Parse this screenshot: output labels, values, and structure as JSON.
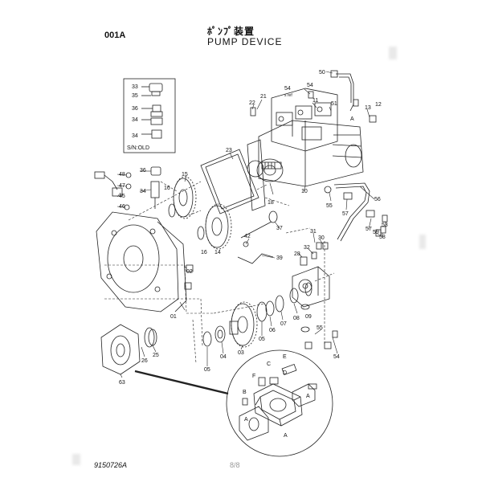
{
  "header": {
    "code": "001A",
    "title_jp": "ﾎﾟﾝﾌﾟ装置",
    "title_en": "PUMP DEVICE"
  },
  "footer": {
    "doc_number": "9150726A",
    "page": "8/8"
  },
  "inset": {
    "note": "S/N:OLD",
    "parts": [
      "33",
      "35",
      "36",
      "34",
      "34"
    ]
  },
  "callouts": {
    "p50": "50",
    "p54a": "54",
    "p54b": "54",
    "p54c": "54",
    "p21": "21",
    "p22": "22",
    "p11": "11",
    "p51": "51",
    "p13": "13",
    "p12": "12",
    "p23": "23",
    "p48": "48",
    "p47": "47",
    "p45": "45",
    "p46": "46",
    "p36": "36",
    "p34": "34",
    "p15": "15",
    "p16a": "16",
    "p16b": "16",
    "p14": "14",
    "p18": "18",
    "p10": "10",
    "p55a": "55",
    "p55b": "55",
    "p56": "56",
    "p57a": "57",
    "p57b": "57",
    "p53": "53",
    "p58": "58",
    "p37": "37",
    "p42": "42",
    "p39": "39",
    "p31": "31",
    "p32": "32",
    "p30": "30",
    "p28": "28",
    "p01": "01",
    "p02": "02",
    "p09": "09",
    "p08": "08",
    "p07": "07",
    "p06": "06",
    "p05a": "05",
    "p05b": "05",
    "p03": "03",
    "p04": "04",
    "p25": "25",
    "p26": "26",
    "p63": "63",
    "p59": "59",
    "pE": "E",
    "pC": "C",
    "pF": "F",
    "pD": "D",
    "pB": "B",
    "pA1": "A",
    "pA2": "A",
    "pA3": "A",
    "pA4": "A",
    "pRef": "s ref"
  }
}
